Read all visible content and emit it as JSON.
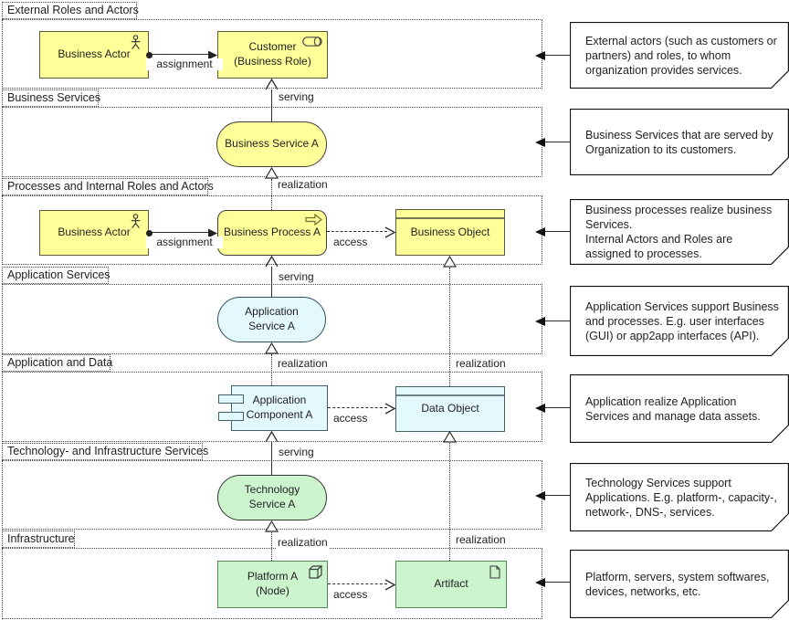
{
  "lanes": [
    {
      "label": "External Roles and Actors"
    },
    {
      "label": "Business Services"
    },
    {
      "label": "Processes and Internal Roles and Actors"
    },
    {
      "label": "Application Services"
    },
    {
      "label": "Application and Data"
    },
    {
      "label": "Technology- and Infrastructure Services"
    },
    {
      "label": "Infrastructure"
    }
  ],
  "nodes": {
    "business_actor_external": {
      "label": "Business Actor",
      "icon": "actor-icon",
      "color": "#FFFF99"
    },
    "customer": {
      "label": "Customer\n(Business Role)",
      "icon": "role-icon",
      "color": "#FFFF99"
    },
    "business_service_a": {
      "label": "Business Service A",
      "color": "#FFFF99"
    },
    "business_actor_internal": {
      "label": "Business Actor",
      "icon": "actor-icon",
      "color": "#FFFF99"
    },
    "business_process_a": {
      "label": "Business Process A",
      "icon": "process-icon",
      "color": "#FFFF99"
    },
    "business_object": {
      "label": "Business Object",
      "color": "#FFFF99"
    },
    "application_service_a": {
      "label": "Application\nService A",
      "color": "#E4F9FD"
    },
    "application_component_a": {
      "label": "Application\nComponent A",
      "icon": "component-icon",
      "color": "#E4F9FD"
    },
    "data_object": {
      "label": "Data Object",
      "color": "#E4F9FD"
    },
    "technology_service_a": {
      "label": "Technology\nService A",
      "color": "#CCF5CE"
    },
    "platform_a": {
      "label": "Platform A\n(Node)",
      "icon": "node-icon",
      "color": "#CCF5CE"
    },
    "artifact": {
      "label": "Artifact",
      "icon": "artifact-icon",
      "color": "#CCF5CE"
    }
  },
  "relationships": {
    "assignment": "assignment",
    "serving": "serving",
    "realization": "realization",
    "access": "access"
  },
  "notes": [
    {
      "text": "External actors (such as customers or partners) and roles, to whom organization provides services."
    },
    {
      "text": "Business Services that are served by Organization to its customers."
    },
    {
      "text": "Business processes realize business Services.\nInternal Actors and Roles are assigned to processes."
    },
    {
      "text": "Application Services support Business and processes. E.g. user interfaces (GUI) or app2app interfaces (API)."
    },
    {
      "text": "Application realize Application Services and manage data assets."
    },
    {
      "text": "Technology Services support Applications. E.g. platform-, capacity-, network-, DNS-, services."
    },
    {
      "text": "Platform, servers, system softwares, devices, networks, etc."
    }
  ],
  "colors": {
    "business": "#FFFF99",
    "application": "#E4F9FD",
    "technology": "#CCF5CE",
    "lane_border": "#4A4A4A",
    "connector": "#2E2E2E",
    "note_background": "#FFFFFF"
  }
}
